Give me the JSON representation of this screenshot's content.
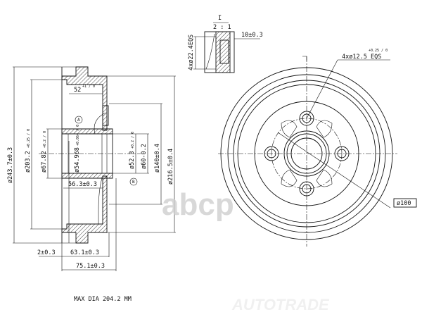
{
  "section_view": {
    "dims": {
      "outer_dia": "ø243.7±0.3",
      "inner_dia": "ø203.2",
      "inner_dia_tol": "+0.25 / 0",
      "depth": "52",
      "depth_tol": "+1 / 0",
      "bore_dia": "ø67.82",
      "bore_tol": "+0.2 / 0",
      "bearing_dia": "ø54.968",
      "bearing_tol": "+0.064 / 0",
      "hub_dia": "ø52.3",
      "hub_tol": "+0.2 / 0",
      "pilot_dia": "ø60-0.2",
      "bolt_circle": "ø140±0.4",
      "flange_dia": "ø216.5±0.4",
      "flange_width": "56.3±0.3",
      "offset": "2±0.3",
      "height_inner": "63.1±0.3",
      "height_total": "75.1±0.3"
    },
    "markers": {
      "a": "A",
      "b": "B",
      "section": "I"
    }
  },
  "detail_view": {
    "title": "I",
    "scale": "2 : 1",
    "thickness": "10±0.3",
    "counterbore": "4xø22.4EQS"
  },
  "front_view": {
    "holes": "4xø12.5",
    "holes_tol": "+0.25 / 0",
    "holes_suffix": "EQS",
    "pcd": "ø100"
  },
  "note": "MAX DIA 204.2 MM",
  "watermarks": [
    "AUTOTRADE",
    "abcp"
  ]
}
